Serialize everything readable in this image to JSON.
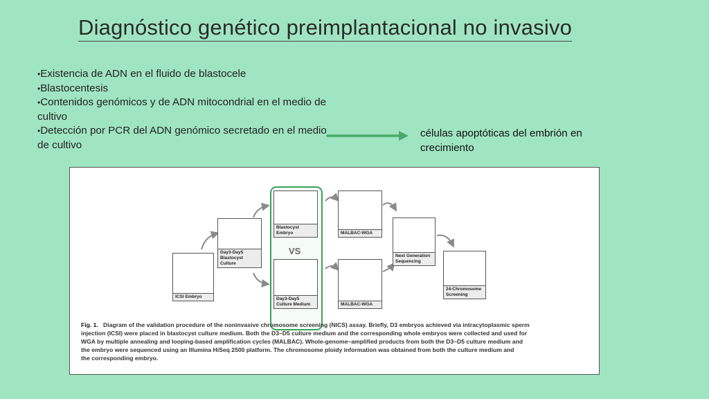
{
  "title": "Diagnóstico genético preimplantacional no invasivo",
  "bullets": [
    "Existencia de ADN en el fluido de blastocele",
    "Blastocentesis",
    "Contenidos genómicos y de ADN mitocondrial en el medio de cultivo",
    "Detección por PCR del ADN genómico secretado en el medio de cultivo"
  ],
  "result_text": "células apoptóticas del embrión en crecimiento",
  "colors": {
    "background": "#a0e5c2",
    "arrow": "#4aa86b",
    "group_border": "#3aa35a"
  },
  "figure": {
    "boxes": {
      "icsi": "ICSI Embryo",
      "culture": "Day3-Day5\nBlastocyst Culture",
      "blastocyst": "Blastocyst Embryo",
      "medium": "Day3-Day5\nCulture Medium",
      "malbac_top": "MALBAC-WGA",
      "malbac_bottom": "MALBAC-WGA",
      "ngs": "Next Generation\nSequencing",
      "screening": "24-Chromosome\nScreening"
    },
    "vs_label": "VS",
    "caption": {
      "fig_label": "Fig. 1.",
      "lines": [
        "Diagram of the validation procedure of the noninvasive chromosome screening (NICS) assay. Briefly, D3 embryos achieved via intracytoplasmic sperm",
        "injection (ICSI) were placed in blastocyst culture medium. Both the D3–D5 culture medium and the corresponding whole embryos were collected and used for",
        "WGA by multiple annealing and looping-based amplification cycles (MALBAC). Whole-genome–amplified products from both the D3–D5 culture medium and",
        "the embryo were sequenced using an Illumina HiSeq 2500 platform. The chromosome ploidy information was obtained from both the culture medium and",
        "the corresponding embryo."
      ]
    }
  }
}
